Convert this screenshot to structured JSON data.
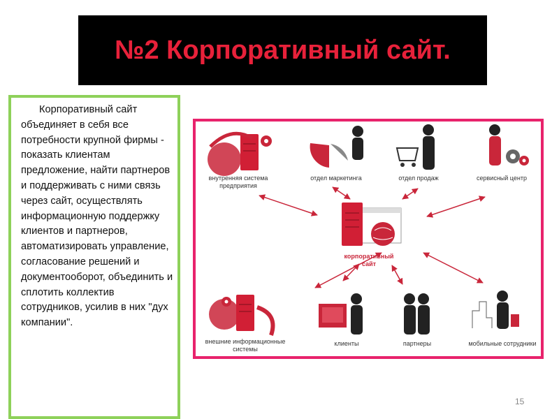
{
  "slide": {
    "title": "№2 Корпоративный сайт.",
    "body": "Корпоративный сайт объединяет в себя все потребности крупной фирмы - показать клиентам предложение, найти партнеров и поддерживать с ними связь через сайт, осуществлять информационную поддержку клиентов и партнеров, автоматизировать управление, согласование решений и документооборот, объединить и сплотить коллектив сотрудников, усилив в них \"дух компании\".",
    "page_number": "15"
  },
  "diagram": {
    "center_line1": "корпоративный",
    "center_line2": "сайт",
    "nodes": [
      {
        "line1": "внутренняя система",
        "line2": "предприятия"
      },
      {
        "line1": "отдел маркетинга",
        "line2": ""
      },
      {
        "line1": "отдел продаж",
        "line2": ""
      },
      {
        "line1": "сервисный центр",
        "line2": ""
      },
      {
        "line1": "внешние информационные",
        "line2": "системы"
      },
      {
        "line1": "клиенты",
        "line2": ""
      },
      {
        "line1": "партнеры",
        "line2": ""
      },
      {
        "line1": "мобильные сотрудники",
        "line2": ""
      }
    ]
  },
  "colors": {
    "accent_red": "#e8213a",
    "frame_pink": "#e8236c",
    "text_border_green": "#8ed15a",
    "title_bg": "#000000"
  }
}
